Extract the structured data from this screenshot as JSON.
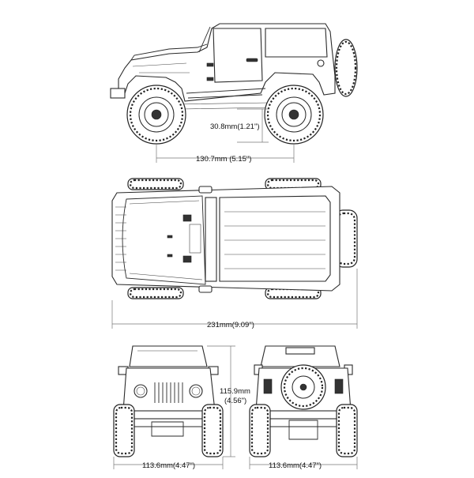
{
  "dimensions": {
    "ground_clearance": "30.8mm(1.21\")",
    "wheelbase": "130.7mm (5.15\")",
    "overall_length": "231mm(9.09\")",
    "height_mm": "115.9mm",
    "height_in": "(4.56\")",
    "front_track": "113.6mm(4.47\")",
    "rear_track": "113.6mm(4.47\")"
  }
}
